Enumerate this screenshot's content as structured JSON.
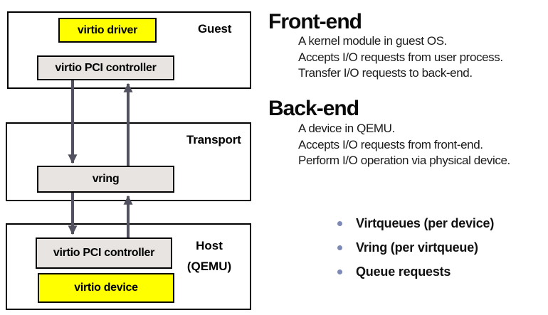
{
  "diagram": {
    "layers": [
      {
        "label": "Guest",
        "boxes": [
          {
            "text": "virtio driver",
            "style": "yellow"
          },
          {
            "text": "virtio PCI controller",
            "style": "gray"
          }
        ]
      },
      {
        "label": "Transport",
        "boxes": [
          {
            "text": "vring",
            "style": "gray"
          }
        ]
      },
      {
        "label": "Host",
        "label2": "(QEMU)",
        "boxes": [
          {
            "text": "virtio PCI controller",
            "style": "gray"
          },
          {
            "text": "virtio device",
            "style": "yellow"
          }
        ]
      }
    ],
    "arrows": [
      {
        "name": "guest-to-transport-down"
      },
      {
        "name": "transport-to-guest-up"
      },
      {
        "name": "transport-to-host-down"
      },
      {
        "name": "host-to-transport-up"
      }
    ],
    "colors": {
      "yellow": "#ffff00",
      "gray": "#e8e4e1",
      "arrow": "#51515f",
      "border": "#000000"
    }
  },
  "sections": [
    {
      "heading": "Front-end",
      "lines": [
        "A kernel module in guest OS.",
        "Accepts I/O requests from user process.",
        "Transfer I/O requests to back-end."
      ]
    },
    {
      "heading": "Back-end",
      "lines": [
        "A device in QEMU.",
        "Accepts I/O requests from front-end.",
        "Perform I/O operation via physical device."
      ]
    }
  ],
  "bullets": {
    "dot_color": "#7d89b6",
    "items": [
      "Virtqueues (per device)",
      "Vring (per virtqueue)",
      "Queue requests"
    ]
  }
}
